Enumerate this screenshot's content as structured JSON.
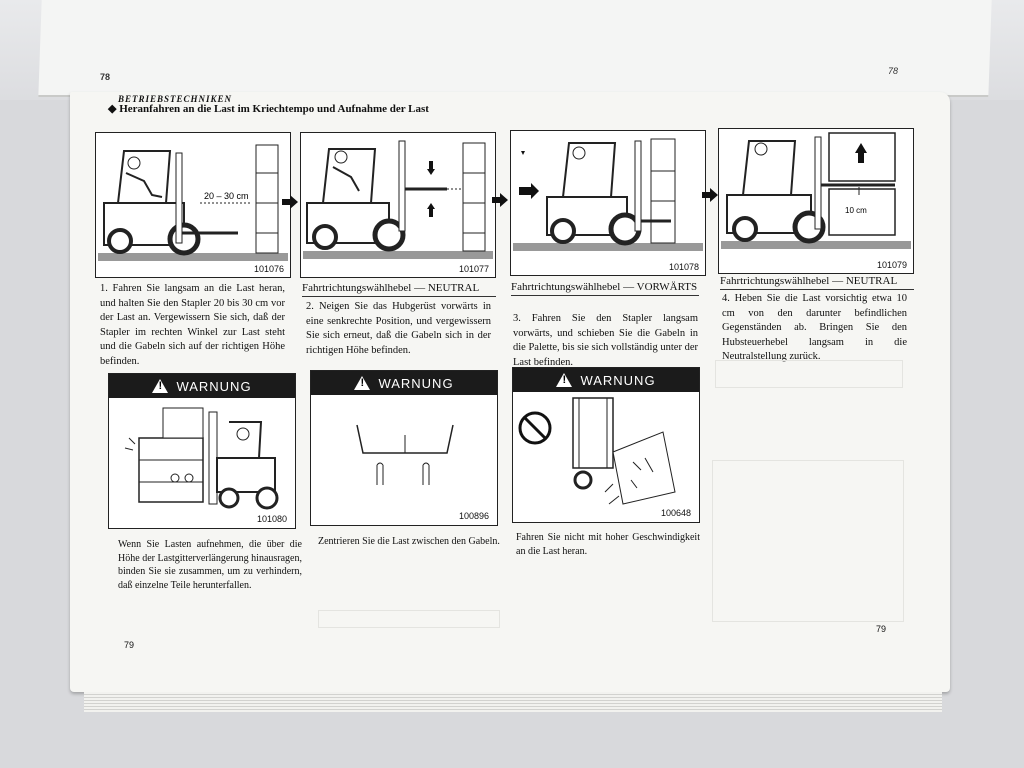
{
  "document": {
    "prev_page_number_left": "78",
    "prev_page_number_right": "78",
    "section_title": "BETRIEBSTECHNIKEN",
    "subsection_title": "Heranfahren an die Last im Kriechtempo und Aufnahme der Last",
    "panels": [
      {
        "code": "101076",
        "dimension": "20 – 30 cm"
      },
      {
        "code": "101077"
      },
      {
        "code": "101078"
      },
      {
        "code": "101079",
        "dimension": "10 cm"
      }
    ],
    "subheads": {
      "s2": "Fahrtrichtungswählhebel — NEUTRAL",
      "s3": "Fahrtrichtungswählhebel — VORWÄRTS",
      "s4": "Fahrtrichtungswählhebel — NEUTRAL"
    },
    "steps": [
      "1. Fahren Sie langsam an die Last heran, und halten Sie den Stapler 20 bis 30 cm vor der Last an. Vergewissern Sie sich, daß der Stapler im rechten Winkel zur Last steht und die Gabeln sich auf der richtigen Höhe befinden.",
      "2. Neigen Sie das Hubgerüst vorwärts in eine senkrechte Position, und vergewissern Sie sich erneut, daß die Gabeln sich in der richtigen Höhe befinden.",
      "3. Fahren Sie den Stapler langsam vorwärts, und schieben Sie die Gabeln in die Palette, bis sie sich vollständig unter der Last befinden.",
      "4. Heben Sie die Last vorsichtig etwa 10 cm von den darunter befindlichen Gegenständen ab. Bringen Sie den Hubsteuerhebel langsam in die Neutralstellung zurück."
    ],
    "warnings": [
      {
        "label": "WARNUNG",
        "code": "101080",
        "caption": "Wenn Sie Lasten aufnehmen, die über die Höhe der Lastgitterverlängerung hinausragen, binden Sie sie zusammen, um zu verhindern, daß einzelne Teile herunterfallen."
      },
      {
        "label": "WARNUNG",
        "code": "100896",
        "caption": "Zentrieren Sie die Last zwischen den Gabeln."
      },
      {
        "label": "WARNUNG",
        "code": "100648",
        "caption": "Fahren Sie nicht mit hoher Geschwindigkeit an die Last heran."
      }
    ],
    "page_number_left": "79",
    "page_number_right": "79"
  },
  "colors": {
    "paper": "#f6f6f3",
    "ink": "#111111",
    "warning_bar": "#1b1b1b"
  }
}
